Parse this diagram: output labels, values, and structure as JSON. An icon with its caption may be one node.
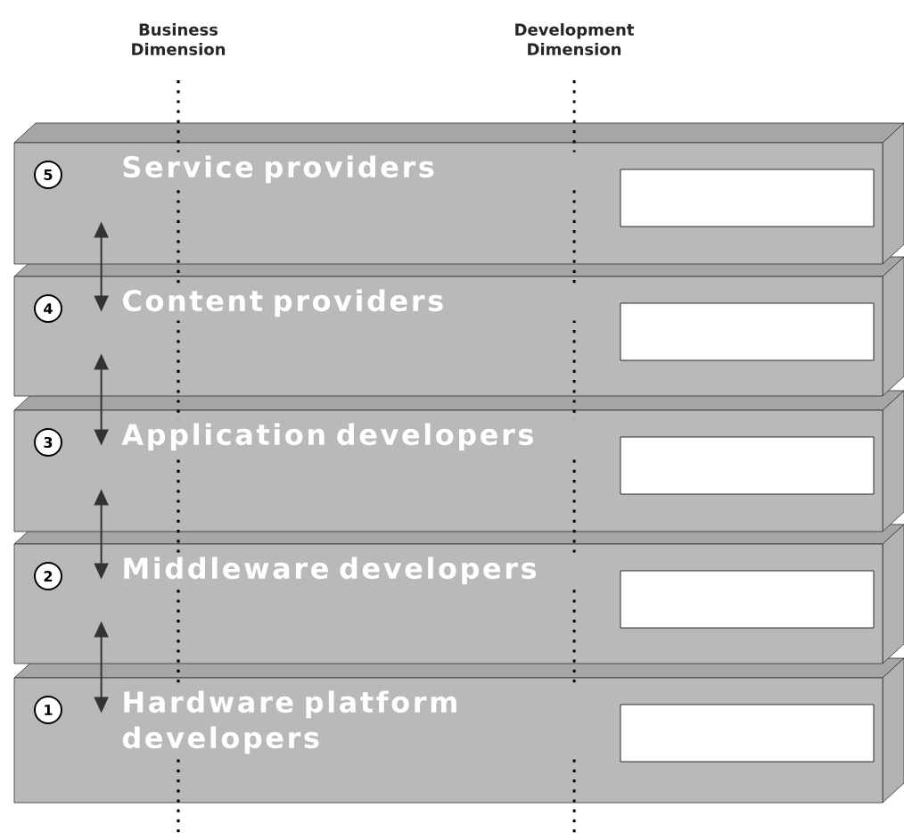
{
  "diagram": {
    "nodes": [
      {
        "text": [
          "5",
          "Service providers"
        ]
      },
      {
        "text": [],
        "shape": "box",
        "in": 0
      },
      {
        "text": [
          "4",
          "Content providers"
        ]
      },
      {
        "text": [],
        "shape": "box",
        "in": 2
      },
      {
        "text": [
          "3",
          "Application developers"
        ]
      },
      {
        "text": [],
        "shape": "box",
        "in": 4
      },
      {
        "text": [
          "2",
          "Middleware developers"
        ]
      },
      {
        "text": [],
        "shape": "box",
        "in": 6
      },
      {
        "text": [
          "1",
          "Hardware platform developers"
        ]
      },
      {
        "text": [],
        "shape": "box",
        "in": 8
      }
    ],
    "edges": [
      {
        "from": 0,
        "to": 2,
        "arrow": "both"
      },
      {
        "from": 2,
        "to": 4,
        "arrow": "both"
      },
      {
        "from": 4,
        "to": 6,
        "arrow": "both"
      },
      {
        "from": 6,
        "to": 8,
        "arrow": "both"
      }
    ],
    "labels": [
      "Business Dimension",
      "Development Dimension"
    ]
  }
}
